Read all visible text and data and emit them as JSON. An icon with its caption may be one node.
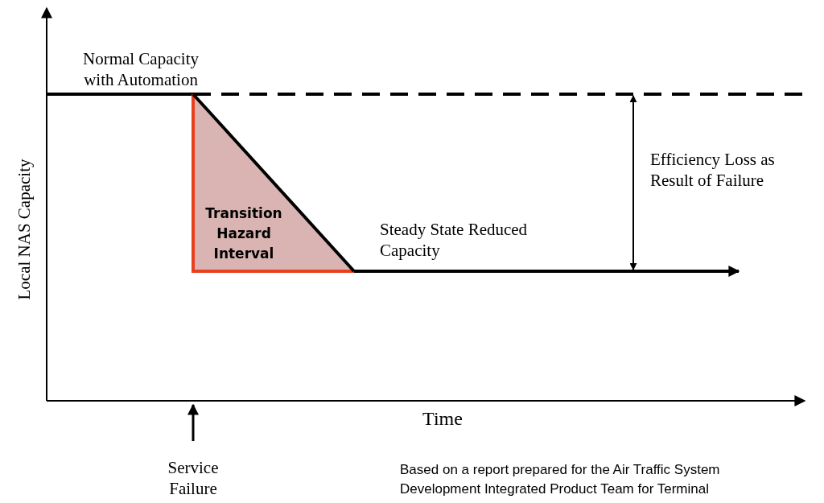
{
  "diagram": {
    "nodes": [
      {
        "text": [
          "Transition Hazard Interval"
        ]
      }
    ],
    "labels": [
      "Normal Capacity with Automation",
      "Efficiency Loss as Result of Failure",
      "Local NAS Capacity",
      "Steady State Reduced Capacity",
      "Time",
      "Service Failure",
      "Based on a report prepared for the Air Traffic System Development Integrated Product Team for Terminal"
    ]
  }
}
